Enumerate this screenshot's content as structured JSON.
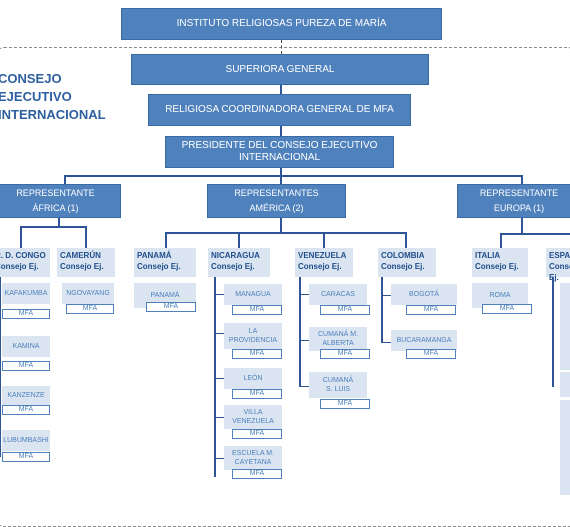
{
  "top": {
    "title": "INSTITUTO RELIGIOSAS PUREZA DE MARÍA"
  },
  "council_label": [
    "CONSEJO",
    "EJECUTIVO",
    "INTERNACIONAL"
  ],
  "superiora": "SUPERIORA GENERAL",
  "coordinadora": "RELIGIOSA COORDINADORA GENERAL DE MFA",
  "presidente": [
    "PRESIDENTE DEL CONSEJO EJECUTIVO",
    "INTERNACIONAL"
  ],
  "representantes": [
    {
      "line1": "REPRESENTANTE",
      "line2": "ÁFRICA  (1)"
    },
    {
      "line1": "REPRESENTANTES",
      "line2": "AMÉRICA (2)"
    },
    {
      "line1": "REPRESENTANTE",
      "line2": "EUROPA (1)"
    }
  ],
  "countries": [
    {
      "name": "R. D. CONGO",
      "sub": "Consejo Ej.",
      "cities": [
        "KAFAKUMBA",
        "KAMINA",
        "KANZENZE",
        "LUBUMBASHI"
      ]
    },
    {
      "name": "CAMERÚN",
      "sub": "Consejo Ej.",
      "cities": [
        "NGOVAYANG"
      ]
    },
    {
      "name": "PANAMÁ",
      "sub": "Consejo Ej.",
      "cities": [
        "PANAMÁ"
      ]
    },
    {
      "name": "NICARAGUA",
      "sub": "Consejo Ej.",
      "cities": [
        "MANAGUA",
        "LA PROVIDENCIA",
        "LEÓN",
        "VILLA VENEZUELA",
        "ESCUELA M. CAYETANA"
      ]
    },
    {
      "name": "VENEZUELA",
      "sub": "Consejo Ej.",
      "cities": [
        "CARACAS",
        "CUMANÁ M. ALBERTA",
        "CUMANÁ S. LUIS"
      ]
    },
    {
      "name": "COLOMBIA",
      "sub": "Consejo Ej.",
      "cities": [
        "BOGOTÁ",
        "BUCARAMANGA"
      ]
    },
    {
      "name": "ITALIA",
      "sub": "Consejo Ej.",
      "cities": [
        "ROMA"
      ]
    },
    {
      "name": "ESPAÑA",
      "sub": "Consejo Ej.",
      "cities": []
    }
  ],
  "mfa_label": "MFA"
}
